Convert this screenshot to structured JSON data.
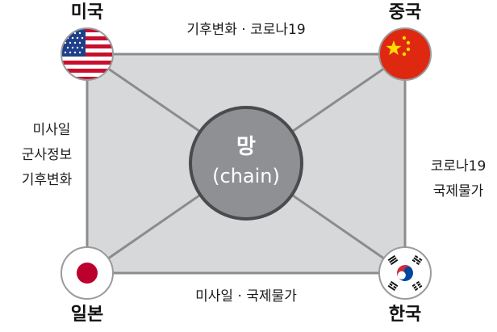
{
  "center": {
    "title": "망",
    "subtitle": "(chain)"
  },
  "countries": {
    "usa": {
      "label": "미국"
    },
    "china": {
      "label": "중국"
    },
    "japan": {
      "label": "일본"
    },
    "korea": {
      "label": "한국"
    }
  },
  "edges": {
    "top": {
      "lines": [
        "기후변화 · 코로나19"
      ]
    },
    "left": {
      "lines": [
        "미사일",
        "군사정보",
        "기후변화"
      ]
    },
    "right": {
      "lines": [
        "코로나19",
        "국제물가"
      ]
    },
    "bottom": {
      "lines": [
        "미사일 · 국제물가"
      ]
    }
  },
  "colors": {
    "panel_fill": "#d7d8da",
    "panel_border": "#8b8c8e",
    "connector": "#8b8c8e",
    "hub_fill": "#8e9093",
    "hub_border": "#4a4b4d"
  }
}
